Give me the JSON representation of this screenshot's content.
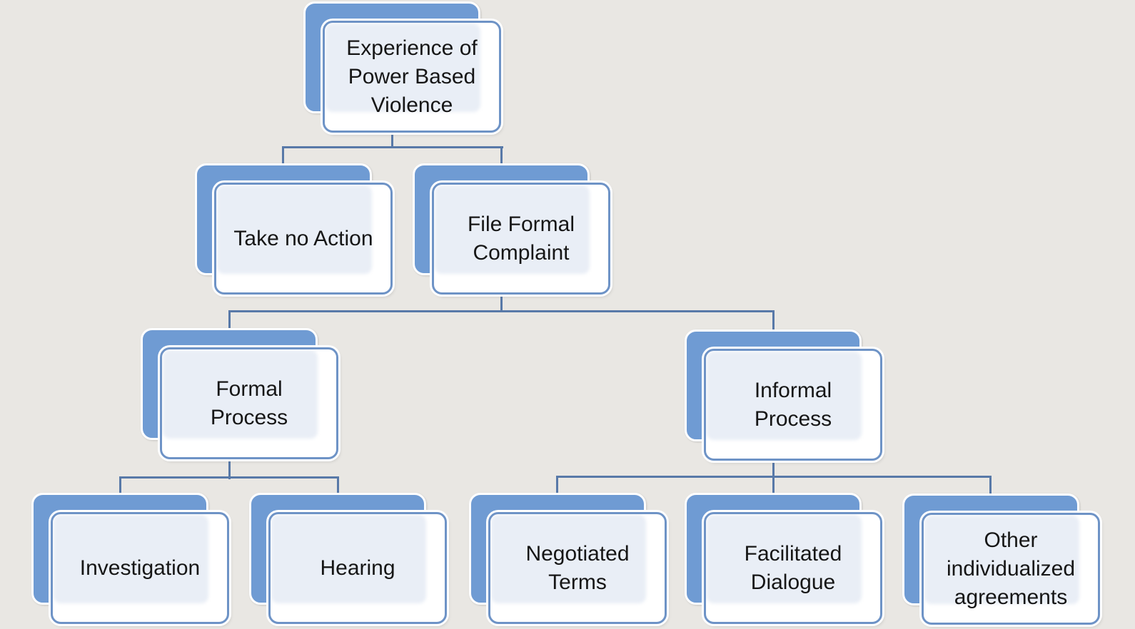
{
  "diagram": {
    "kind": "hierarchy-flowchart",
    "colors": {
      "background": "#e9e7e3",
      "node_back": "#6f9bd3",
      "node_border": "#6e93c6",
      "node_fill": "#e9eef6",
      "node_fill_fade": "#ffffff",
      "connector": "#5879a8",
      "text": "#161616",
      "outline": "#ffffff"
    },
    "nodes": {
      "root": {
        "label": [
          "Experience of",
          "Power Based",
          "Violence"
        ]
      },
      "take_no_action": {
        "label": [
          "Take no Action"
        ]
      },
      "file_formal_complaint": {
        "label": [
          "File Formal",
          "Complaint"
        ]
      },
      "formal_process": {
        "label": [
          "Formal",
          "Process"
        ]
      },
      "informal_process": {
        "label": [
          "Informal",
          "Process"
        ]
      },
      "investigation": {
        "label": [
          "Investigation"
        ]
      },
      "hearing": {
        "label": [
          "Hearing"
        ]
      },
      "negotiated_terms": {
        "label": [
          "Negotiated",
          "Terms"
        ]
      },
      "facilitated_dialogue": {
        "label": [
          "Facilitated",
          "Dialogue"
        ]
      },
      "other_agreements": {
        "label": [
          "Other",
          "individualized",
          "agreements"
        ]
      }
    },
    "edges": [
      [
        "root",
        "take_no_action"
      ],
      [
        "root",
        "file_formal_complaint"
      ],
      [
        "file_formal_complaint",
        "formal_process"
      ],
      [
        "file_formal_complaint",
        "informal_process"
      ],
      [
        "formal_process",
        "investigation"
      ],
      [
        "formal_process",
        "hearing"
      ],
      [
        "informal_process",
        "negotiated_terms"
      ],
      [
        "informal_process",
        "facilitated_dialogue"
      ],
      [
        "informal_process",
        "other_agreements"
      ]
    ]
  }
}
